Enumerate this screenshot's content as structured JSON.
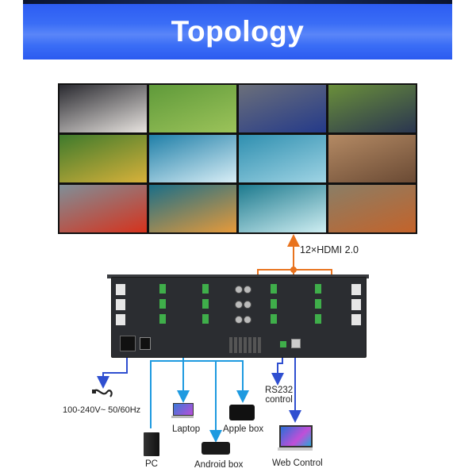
{
  "header": {
    "title": "Topology"
  },
  "video_wall": {
    "rows": 3,
    "cols": 4,
    "tiles": [
      {
        "name": "fashion-runway",
        "colors": [
          "#2a2a30",
          "#e8e4e0"
        ]
      },
      {
        "name": "kitten-in-grass",
        "colors": [
          "#5f9a3a",
          "#9cc35a"
        ]
      },
      {
        "name": "blue-sports-car",
        "colors": [
          "#6b6f7a",
          "#243a8a"
        ]
      },
      {
        "name": "tomato-basket",
        "colors": [
          "#6a8f3a",
          "#2a3550"
        ]
      },
      {
        "name": "boy-picking-fruit",
        "colors": [
          "#3e7a2c",
          "#d8b13a"
        ]
      },
      {
        "name": "surfer-left",
        "colors": [
          "#1f7fa8",
          "#d9eef6"
        ]
      },
      {
        "name": "surfer-sky",
        "colors": [
          "#2f8fb0",
          "#9fd4e4"
        ]
      },
      {
        "name": "woman-canyon",
        "colors": [
          "#b48a64",
          "#6a4a34"
        ]
      },
      {
        "name": "red-poppies",
        "colors": [
          "#7f8f98",
          "#d6321c"
        ]
      },
      {
        "name": "surfer-wave",
        "colors": [
          "#1a6e88",
          "#e79a3a"
        ]
      },
      {
        "name": "ocean-wave",
        "colors": [
          "#1d7a8e",
          "#cfeef2"
        ]
      },
      {
        "name": "red-panda",
        "colors": [
          "#8a7e66",
          "#c4632a"
        ]
      }
    ]
  },
  "output_label": "12×HDMI 2.0",
  "colors": {
    "banner": "#3a6df6",
    "output_line": "#e8731e",
    "input_line": "#1e9ae0",
    "control_line": "#2f4fd0",
    "device_body": "#2b2d31",
    "terminal_green": "#3fae4a"
  },
  "devices": {
    "power": {
      "label": "100-240V~ 50/60Hz",
      "icon": "power-cord-icon"
    },
    "pc": {
      "label": "PC",
      "icon": "pc-tower-icon"
    },
    "laptop": {
      "label": "Laptop",
      "icon": "laptop-icon"
    },
    "android_box": {
      "label": "Android box",
      "icon": "android-box-icon"
    },
    "apple_box": {
      "label": "Apple box",
      "icon": "apple-tv-icon"
    },
    "rs232": {
      "label_line1": "RS232",
      "label_line2": "control",
      "icon": "rs232-port-icon"
    },
    "web_control": {
      "label": "Web Control",
      "icon": "laptop-icon"
    }
  }
}
